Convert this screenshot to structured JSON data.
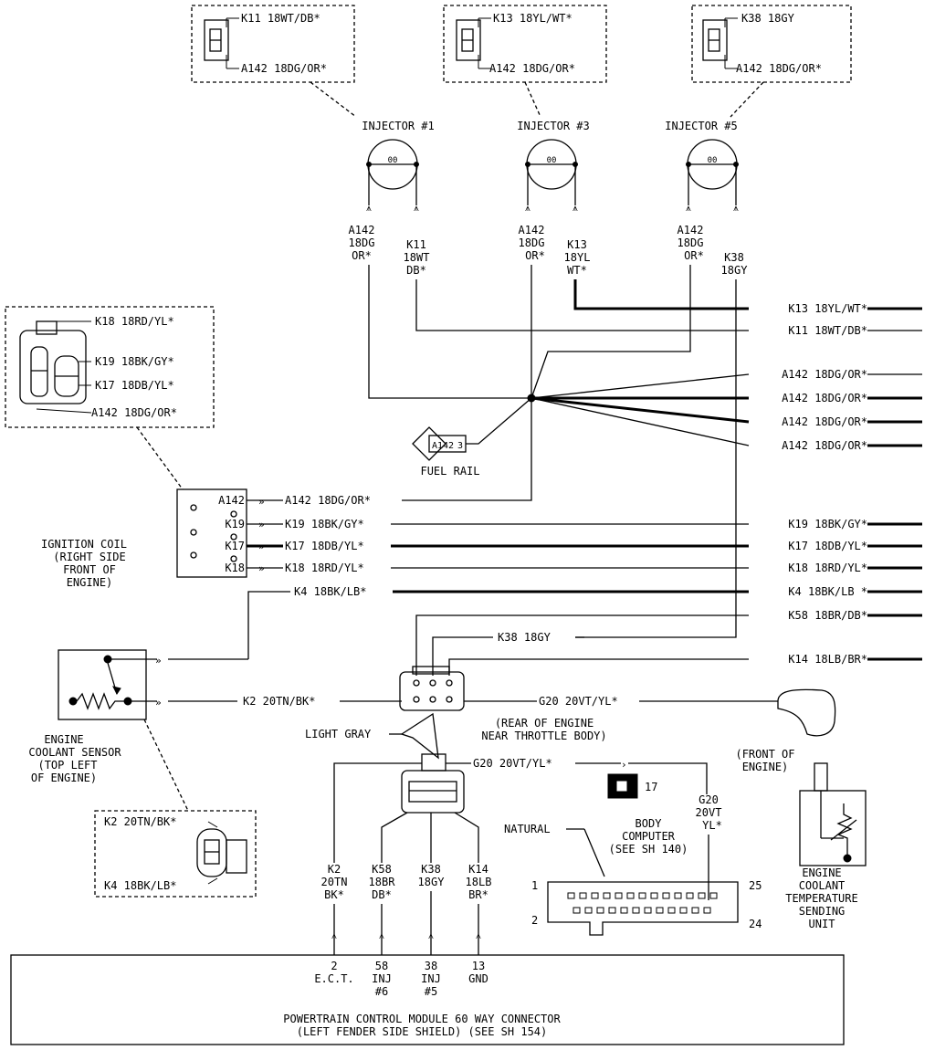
{
  "injectors": [
    {
      "name": "INJECTOR #1",
      "conn_top": "K11 18WT/DB*",
      "conn_bot": "A142 18DG/OR*",
      "pin_left": [
        "A142",
        "18DG",
        "OR*"
      ],
      "pin_right": [
        "K11",
        "18WT",
        "DB*"
      ]
    },
    {
      "name": "INJECTOR #3",
      "conn_top": "K13 18YL/WT*",
      "conn_bot": "A142 18DG/OR*",
      "pin_left": [
        "A142",
        "18DG",
        "OR*"
      ],
      "pin_right": [
        "K13",
        "18YL",
        "WT*"
      ]
    },
    {
      "name": "INJECTOR #5",
      "conn_top": "K38 18GY",
      "conn_bot": "A142 18DG/OR*",
      "pin_left": [
        "A142",
        "18DG",
        "OR*"
      ],
      "pin_right": [
        "K38",
        "18GY"
      ]
    }
  ],
  "coil_connector": {
    "pins": [
      "K18 18RD/YL*",
      "K19 18BK/GY*",
      "K17 18DB/YL*",
      "A142 18DG/OR*"
    ]
  },
  "fuel_rail": {
    "tag": "A142",
    "num": "3",
    "label": "FUEL RAIL"
  },
  "right_wires": [
    "K13 18YL/WT*",
    "K11 18WT/DB*",
    "A142 18DG/OR*",
    "A142 18DG/OR*",
    "A142 18DG/OR*",
    "A142 18DG/OR*",
    "K19 18BK/GY*",
    "K17 18DB/YL*",
    "K18 18RD/YL*",
    "K4 18BK/LB *",
    "K58 18BR/DB*",
    "K14 18LB/BR*"
  ],
  "ignition_coil": {
    "pins": [
      "A142",
      "K19",
      "K17",
      "K18"
    ],
    "wires": [
      "A142 18DG/OR*",
      "K19 18BK/GY*",
      "K17 18DB/YL*",
      "K18 18RD/YL*"
    ],
    "label": [
      "IGNITION COIL",
      "(RIGHT SIDE",
      "FRONT OF",
      "ENGINE)"
    ]
  },
  "k4_wire": "K4 18BK/LB*",
  "k38_wire": "K38 18GY",
  "k2_wire": "K2 20TN/BK*",
  "g20_wire": "G20 20VT/YL*",
  "g20_wire2": "G20 20VT/YL*",
  "ect_sensor": {
    "label": [
      "ENGINE",
      "COOLANT SENSOR",
      "(TOP LEFT",
      "OF ENGINE)"
    ],
    "conn_top": "K2 20TN/BK*",
    "conn_bot": "K4 18BK/LB*"
  },
  "light_gray": "LIGHT GRAY",
  "rear_engine": [
    "(REAR OF ENGINE",
    "NEAR THROTTLE BODY)"
  ],
  "front_engine": [
    "(FRONT OF",
    "ENGINE)"
  ],
  "ground_num": "17",
  "g20_vert": [
    "G20",
    "20VT",
    "YL*"
  ],
  "natural": "NATURAL",
  "body_computer": {
    "label": [
      "BODY",
      "COMPUTER",
      "(SEE SH 140)"
    ],
    "pins": [
      "1",
      "2",
      "25",
      "24"
    ]
  },
  "temp_sender": [
    "ENGINE",
    "COOLANT",
    "TEMPERATURE",
    "SENDING",
    "UNIT"
  ],
  "pcm_wires": [
    {
      "wire": [
        "K2",
        "20TN",
        "BK*"
      ],
      "pin": [
        "2",
        "E.C.T."
      ]
    },
    {
      "wire": [
        "K58",
        "18BR",
        "DB*"
      ],
      "pin": [
        "58",
        "INJ",
        "#6"
      ]
    },
    {
      "wire": [
        "K38",
        "18GY"
      ],
      "pin": [
        "38",
        "INJ",
        "#5"
      ]
    },
    {
      "wire": [
        "K14",
        "18LB",
        "BR*"
      ],
      "pin": [
        "13",
        "GND"
      ]
    }
  ],
  "pcm": {
    "line1": "POWERTRAIN CONTROL MODULE 60 WAY CONNECTOR",
    "line2": "(LEFT FENDER SIDE SHIELD) (SEE SH 154)"
  }
}
